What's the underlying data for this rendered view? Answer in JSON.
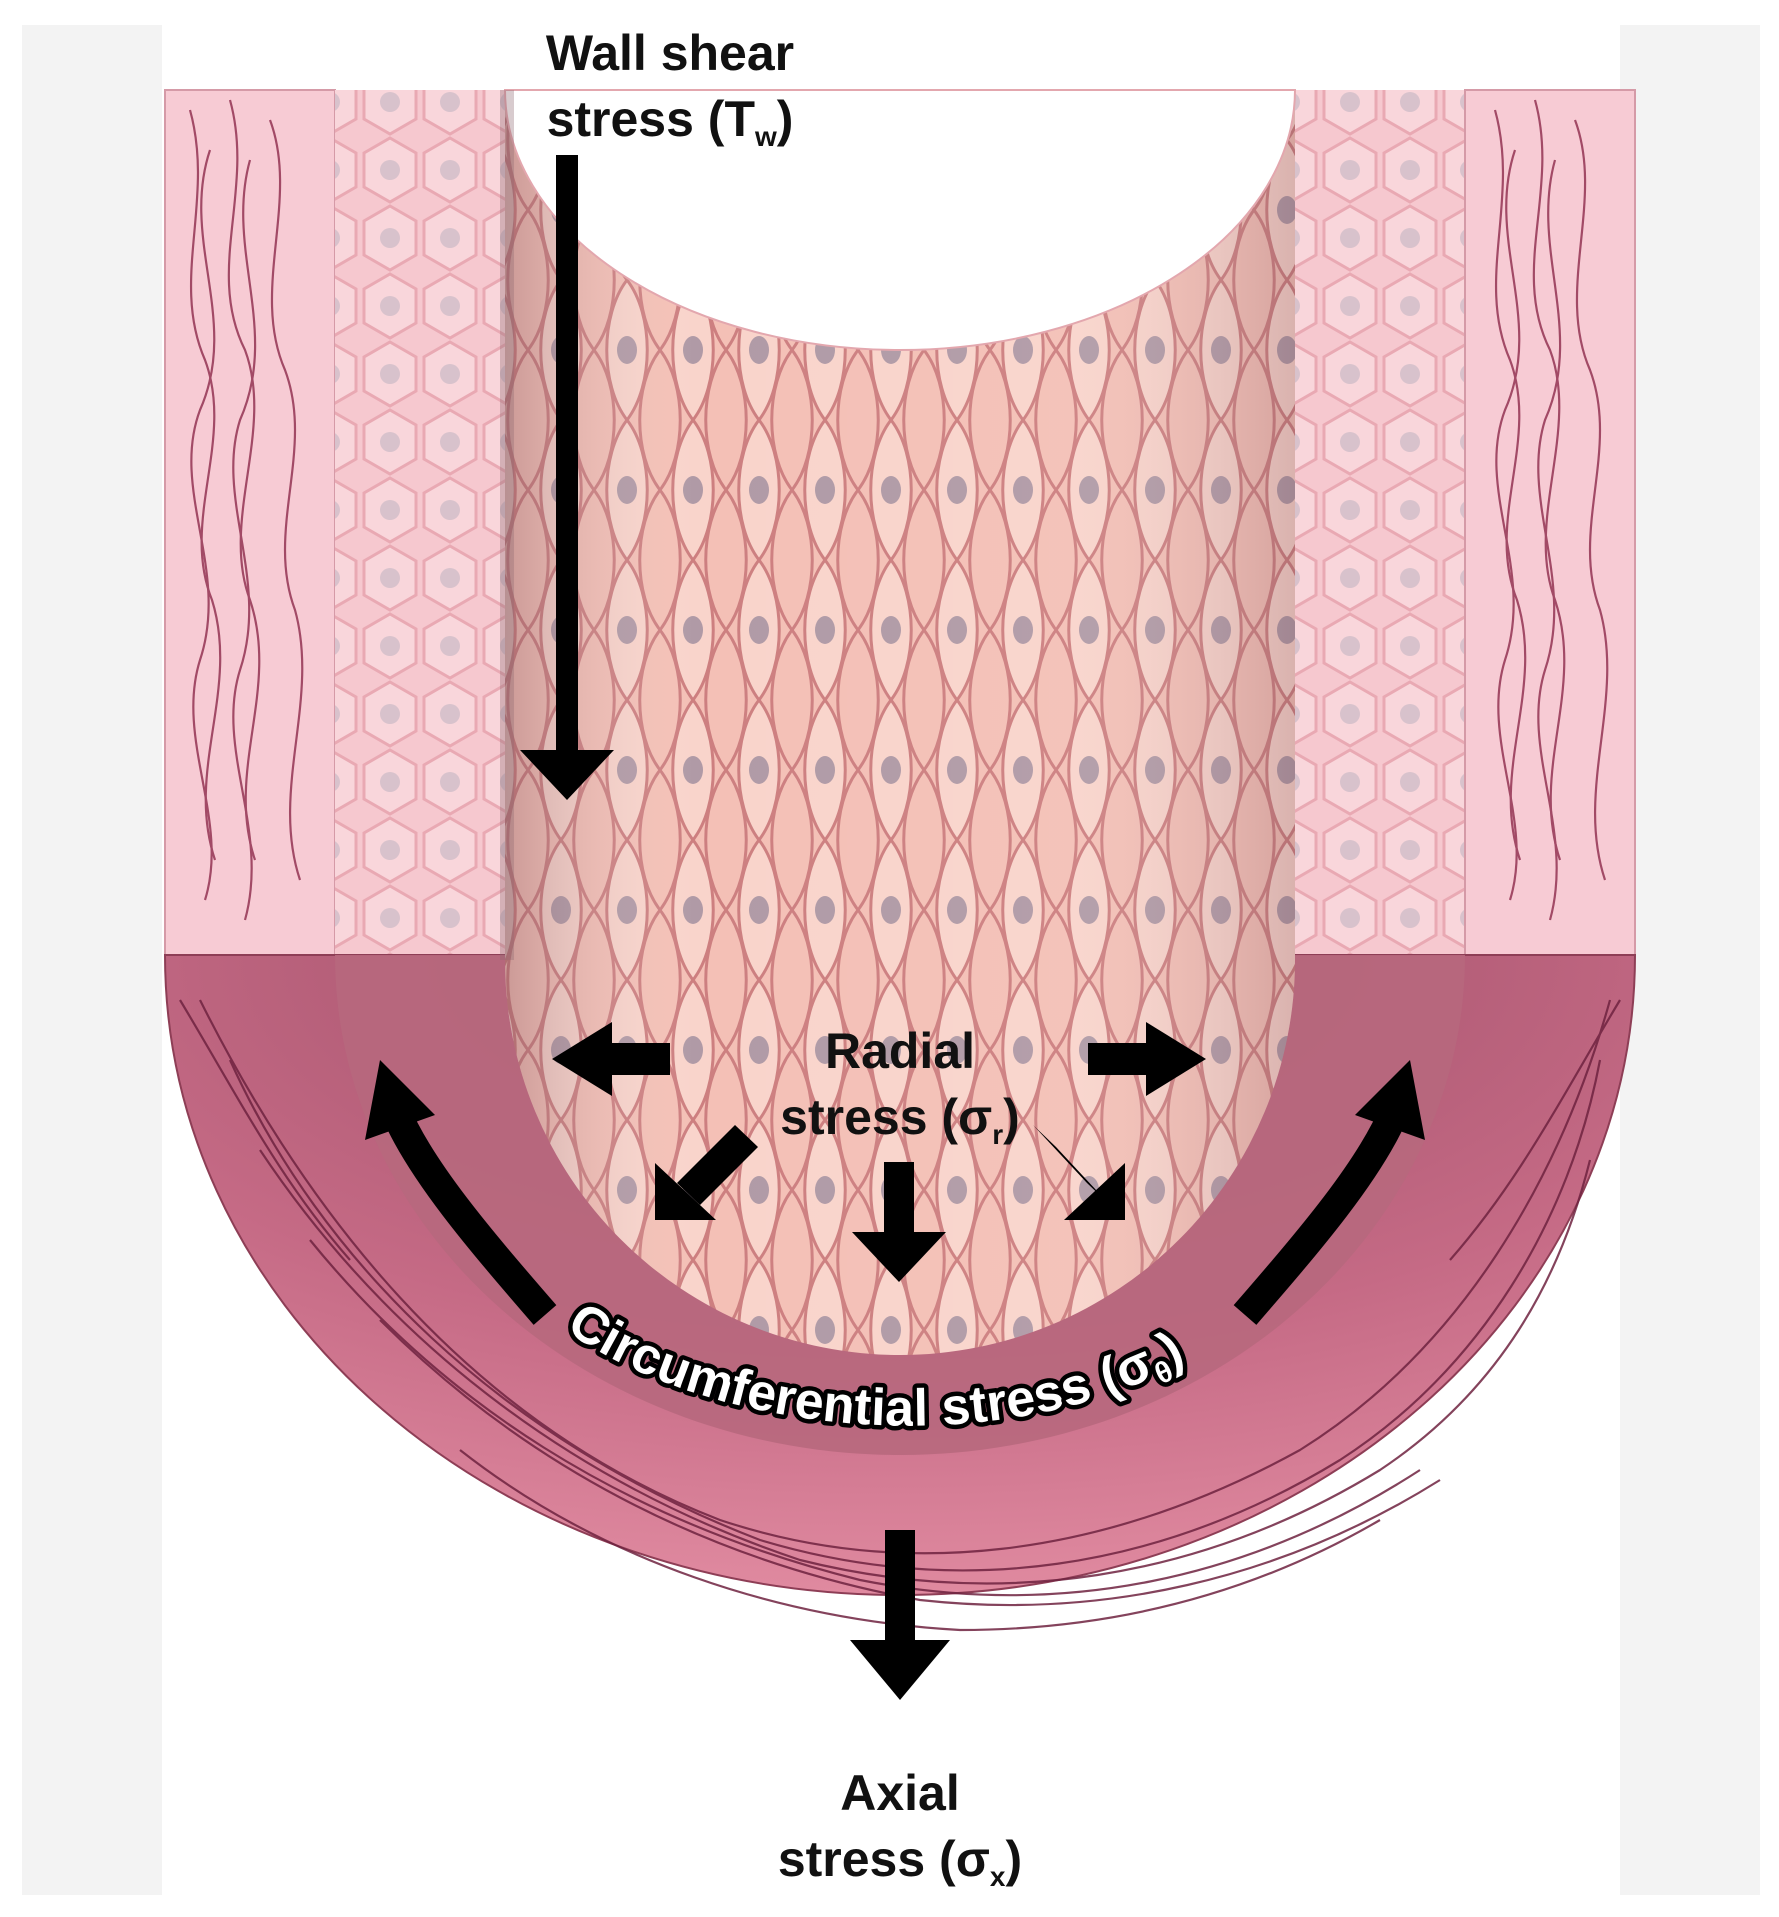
{
  "labels": {
    "wall_shear": {
      "line1": "Wall shear",
      "line2_main": "stress (T",
      "line2_sub": "w",
      "line2_end": ")"
    },
    "radial": {
      "line1": "Radial",
      "line2_main": "stress (σ",
      "line2_sub": "r",
      "line2_end": ")"
    },
    "circumferential": {
      "main": "Circumferential stress (σ",
      "sub": "θ",
      "end": ")"
    },
    "axial": {
      "line1": "Axial",
      "line2_main": "stress (σ",
      "line2_sub": "x",
      "line2_end": ")"
    }
  },
  "colors": {
    "intima_light": "#f7cfd5",
    "adventitia": "#f6c7d0",
    "media_cells": "#f1b6bd",
    "lumen_cells": "#f3b3a8",
    "cell_edge": "#c9767d",
    "nucleus": "#b89aa5",
    "cross_section_outer": "#b15b73",
    "cross_section_inner": "#d87d92",
    "fiber": "#a54462",
    "arrow": "#000000"
  }
}
